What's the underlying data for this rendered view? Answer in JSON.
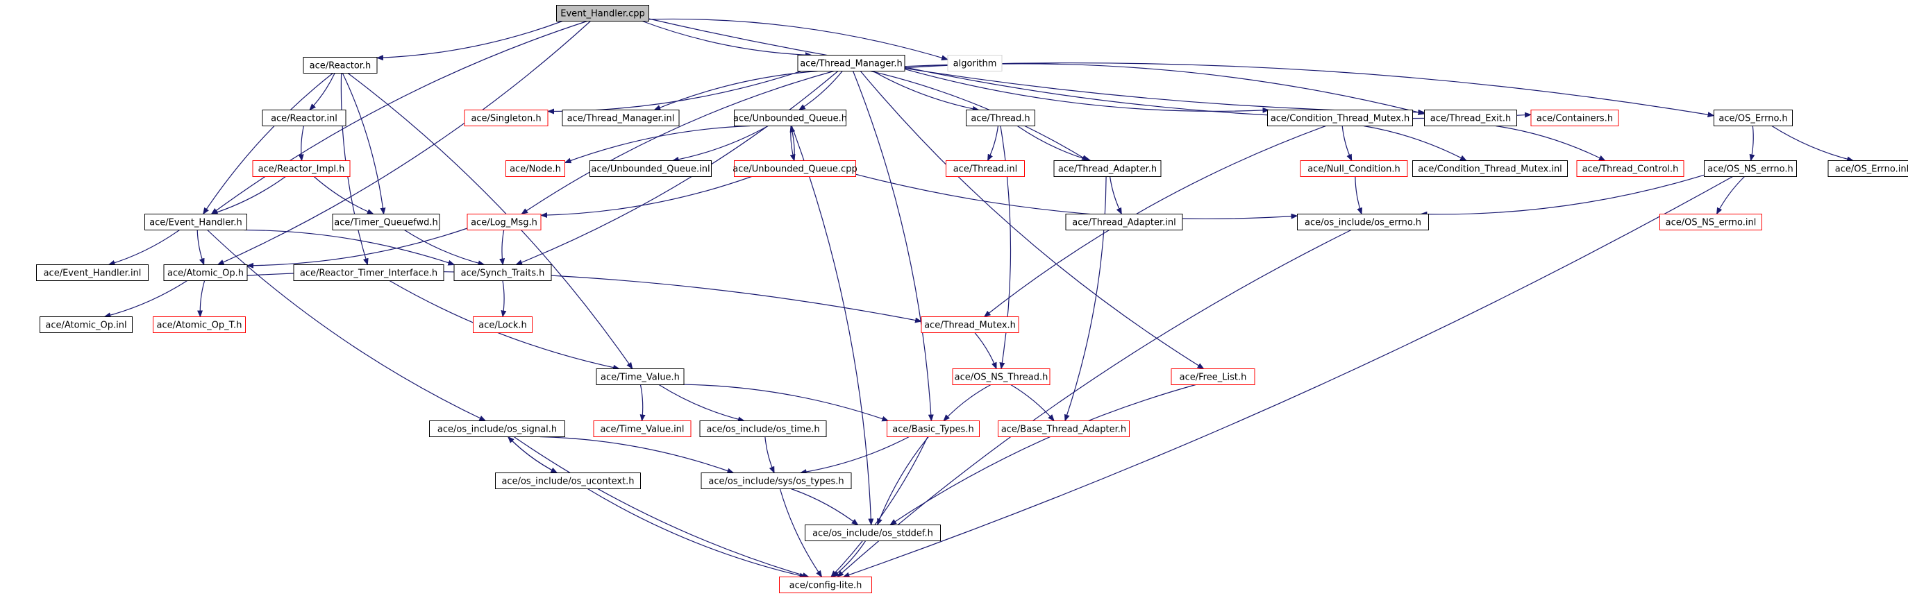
{
  "colors": {
    "edge": "#191970",
    "border_default": "#000000",
    "border_missing": "#ff0000",
    "border_external": "#d3d3d3",
    "root_fill": "#bfbfbf",
    "node_fill": "#ffffff",
    "text": "#000000"
  },
  "nodes": [
    {
      "id": "event_handler_cpp",
      "label": "Event_Handler.cpp",
      "kind": "root"
    },
    {
      "id": "algorithm",
      "label": "algorithm",
      "kind": "external"
    },
    {
      "id": "reactor_h",
      "label": "ace/Reactor.h",
      "kind": "normal"
    },
    {
      "id": "thread_manager_h",
      "label": "ace/Thread_Manager.h",
      "kind": "normal"
    },
    {
      "id": "reactor_inl",
      "label": "ace/Reactor.inl",
      "kind": "normal"
    },
    {
      "id": "reactor_impl_h",
      "label": "ace/Reactor_Impl.h",
      "kind": "missing"
    },
    {
      "id": "event_handler_h",
      "label": "ace/Event_Handler.h",
      "kind": "normal"
    },
    {
      "id": "timer_queuefwd_h",
      "label": "ace/Timer_Queuefwd.h",
      "kind": "normal"
    },
    {
      "id": "event_handler_inl",
      "label": "ace/Event_Handler.inl",
      "kind": "normal"
    },
    {
      "id": "atomic_op_h",
      "label": "ace/Atomic_Op.h",
      "kind": "normal"
    },
    {
      "id": "reactor_timer_interface_h",
      "label": "ace/Reactor_Timer_Interface.h",
      "kind": "normal"
    },
    {
      "id": "synch_traits_h",
      "label": "ace/Synch_Traits.h",
      "kind": "normal"
    },
    {
      "id": "atomic_op_inl",
      "label": "ace/Atomic_Op.inl",
      "kind": "normal"
    },
    {
      "id": "atomic_op_t_h",
      "label": "ace/Atomic_Op_T.h",
      "kind": "missing"
    },
    {
      "id": "lock_h",
      "label": "ace/Lock.h",
      "kind": "missing"
    },
    {
      "id": "singleton_h",
      "label": "ace/Singleton.h",
      "kind": "missing"
    },
    {
      "id": "thread_manager_inl",
      "label": "ace/Thread_Manager.inl",
      "kind": "normal"
    },
    {
      "id": "unbounded_queue_h",
      "label": "ace/Unbounded_Queue.h",
      "kind": "normal"
    },
    {
      "id": "node_h",
      "label": "ace/Node.h",
      "kind": "missing"
    },
    {
      "id": "unbounded_queue_inl",
      "label": "ace/Unbounded_Queue.inl",
      "kind": "normal"
    },
    {
      "id": "unbounded_queue_cpp",
      "label": "ace/Unbounded_Queue.cpp",
      "kind": "missing"
    },
    {
      "id": "log_msg_h",
      "label": "ace/Log_Msg.h",
      "kind": "missing"
    },
    {
      "id": "thread_h",
      "label": "ace/Thread.h",
      "kind": "normal"
    },
    {
      "id": "thread_inl",
      "label": "ace/Thread.inl",
      "kind": "missing"
    },
    {
      "id": "thread_adapter_h",
      "label": "ace/Thread_Adapter.h",
      "kind": "normal"
    },
    {
      "id": "thread_adapter_inl",
      "label": "ace/Thread_Adapter.inl",
      "kind": "normal"
    },
    {
      "id": "condition_thread_mutex_h",
      "label": "ace/Condition_Thread_Mutex.h",
      "kind": "normal"
    },
    {
      "id": "thread_exit_h",
      "label": "ace/Thread_Exit.h",
      "kind": "normal"
    },
    {
      "id": "containers_h",
      "label": "ace/Containers.h",
      "kind": "missing"
    },
    {
      "id": "os_errno_h",
      "label": "ace/OS_Errno.h",
      "kind": "normal"
    },
    {
      "id": "null_condition_h",
      "label": "ace/Null_Condition.h",
      "kind": "missing"
    },
    {
      "id": "condition_thread_mutex_inl",
      "label": "ace/Condition_Thread_Mutex.inl",
      "kind": "normal"
    },
    {
      "id": "thread_control_h",
      "label": "ace/Thread_Control.h",
      "kind": "missing"
    },
    {
      "id": "os_ns_errno_h",
      "label": "ace/OS_NS_errno.h",
      "kind": "normal"
    },
    {
      "id": "os_errno_inl",
      "label": "ace/OS_Errno.inl",
      "kind": "normal"
    },
    {
      "id": "os_include_os_errno_h",
      "label": "ace/os_include/os_errno.h",
      "kind": "normal"
    },
    {
      "id": "os_ns_errno_inl",
      "label": "ace/OS_NS_errno.inl",
      "kind": "missing"
    },
    {
      "id": "thread_mutex_h",
      "label": "ace/Thread_Mutex.h",
      "kind": "missing"
    },
    {
      "id": "os_ns_thread_h",
      "label": "ace/OS_NS_Thread.h",
      "kind": "missing"
    },
    {
      "id": "free_list_h",
      "label": "ace/Free_List.h",
      "kind": "missing"
    },
    {
      "id": "time_value_h",
      "label": "ace/Time_Value.h",
      "kind": "normal"
    },
    {
      "id": "time_value_inl",
      "label": "ace/Time_Value.inl",
      "kind": "missing"
    },
    {
      "id": "os_include_os_time_h",
      "label": "ace/os_include/os_time.h",
      "kind": "normal"
    },
    {
      "id": "basic_types_h",
      "label": "ace/Basic_Types.h",
      "kind": "missing"
    },
    {
      "id": "base_thread_adapter_h",
      "label": "ace/Base_Thread_Adapter.h",
      "kind": "missing"
    },
    {
      "id": "os_include_os_signal_h",
      "label": "ace/os_include/os_signal.h",
      "kind": "normal"
    },
    {
      "id": "os_include_os_ucontext_h",
      "label": "ace/os_include/os_ucontext.h",
      "kind": "normal"
    },
    {
      "id": "os_include_sys_os_types_h",
      "label": "ace/os_include/sys/os_types.h",
      "kind": "normal"
    },
    {
      "id": "os_include_os_stddef_h",
      "label": "ace/os_include/os_stddef.h",
      "kind": "normal"
    },
    {
      "id": "config_lite_h",
      "label": "ace/config-lite.h",
      "kind": "missing"
    }
  ],
  "edges": [
    [
      "event_handler_cpp",
      "reactor_h"
    ],
    [
      "event_handler_cpp",
      "thread_manager_h"
    ],
    [
      "event_handler_cpp",
      "algorithm"
    ],
    [
      "event_handler_cpp",
      "event_handler_h"
    ],
    [
      "event_handler_cpp",
      "atomic_op_h"
    ],
    [
      "event_handler_cpp",
      "thread_exit_h"
    ],
    [
      "reactor_h",
      "reactor_inl"
    ],
    [
      "reactor_h",
      "event_handler_h"
    ],
    [
      "reactor_h",
      "timer_queuefwd_h"
    ],
    [
      "reactor_h",
      "reactor_timer_interface_h"
    ],
    [
      "reactor_h",
      "time_value_h"
    ],
    [
      "reactor_inl",
      "reactor_impl_h"
    ],
    [
      "reactor_impl_h",
      "event_handler_h"
    ],
    [
      "reactor_impl_h",
      "timer_queuefwd_h"
    ],
    [
      "event_handler_h",
      "event_handler_inl"
    ],
    [
      "event_handler_h",
      "atomic_op_h"
    ],
    [
      "event_handler_h",
      "synch_traits_h"
    ],
    [
      "event_handler_h",
      "os_include_os_signal_h"
    ],
    [
      "atomic_op_h",
      "atomic_op_inl"
    ],
    [
      "atomic_op_h",
      "atomic_op_t_h"
    ],
    [
      "atomic_op_h",
      "thread_mutex_h"
    ],
    [
      "timer_queuefwd_h",
      "synch_traits_h"
    ],
    [
      "synch_traits_h",
      "lock_h"
    ],
    [
      "reactor_timer_interface_h",
      "time_value_h"
    ],
    [
      "thread_manager_h",
      "singleton_h"
    ],
    [
      "thread_manager_h",
      "thread_manager_inl"
    ],
    [
      "thread_manager_h",
      "unbounded_queue_h"
    ],
    [
      "thread_manager_h",
      "log_msg_h"
    ],
    [
      "thread_manager_h",
      "synch_traits_h"
    ],
    [
      "thread_manager_h",
      "thread_h"
    ],
    [
      "thread_manager_h",
      "thread_adapter_h"
    ],
    [
      "thread_manager_h",
      "condition_thread_mutex_h"
    ],
    [
      "thread_manager_h",
      "thread_exit_h"
    ],
    [
      "thread_manager_h",
      "containers_h"
    ],
    [
      "thread_manager_h",
      "os_errno_h"
    ],
    [
      "thread_manager_h",
      "free_list_h"
    ],
    [
      "thread_manager_h",
      "basic_types_h"
    ],
    [
      "unbounded_queue_h",
      "node_h"
    ],
    [
      "unbounded_queue_h",
      "unbounded_queue_inl"
    ],
    [
      "unbounded_queue_h",
      "unbounded_queue_cpp"
    ],
    [
      "unbounded_queue_h",
      "os_include_os_stddef_h"
    ],
    [
      "unbounded_queue_cpp",
      "unbounded_queue_h"
    ],
    [
      "unbounded_queue_cpp",
      "log_msg_h"
    ],
    [
      "unbounded_queue_cpp",
      "os_include_os_errno_h"
    ],
    [
      "log_msg_h",
      "atomic_op_h"
    ],
    [
      "log_msg_h",
      "synch_traits_h"
    ],
    [
      "thread_h",
      "thread_inl"
    ],
    [
      "thread_h",
      "thread_adapter_h"
    ],
    [
      "thread_h",
      "os_ns_thread_h"
    ],
    [
      "thread_adapter_h",
      "thread_adapter_inl"
    ],
    [
      "thread_adapter_h",
      "base_thread_adapter_h"
    ],
    [
      "condition_thread_mutex_h",
      "null_condition_h"
    ],
    [
      "condition_thread_mutex_h",
      "condition_thread_mutex_inl"
    ],
    [
      "condition_thread_mutex_h",
      "thread_mutex_h"
    ],
    [
      "thread_exit_h",
      "thread_control_h"
    ],
    [
      "null_condition_h",
      "os_include_os_errno_h"
    ],
    [
      "os_errno_h",
      "os_ns_errno_h"
    ],
    [
      "os_errno_h",
      "os_errno_inl"
    ],
    [
      "os_ns_errno_h",
      "os_include_os_errno_h"
    ],
    [
      "os_ns_errno_h",
      "os_ns_errno_inl"
    ],
    [
      "os_ns_errno_h",
      "config_lite_h"
    ],
    [
      "os_include_os_errno_h",
      "config_lite_h"
    ],
    [
      "thread_mutex_h",
      "os_ns_thread_h"
    ],
    [
      "os_ns_thread_h",
      "basic_types_h"
    ],
    [
      "os_ns_thread_h",
      "base_thread_adapter_h"
    ],
    [
      "free_list_h",
      "os_include_os_stddef_h"
    ],
    [
      "time_value_h",
      "time_value_inl"
    ],
    [
      "time_value_h",
      "os_include_os_time_h"
    ],
    [
      "time_value_h",
      "basic_types_h"
    ],
    [
      "os_include_os_time_h",
      "os_include_sys_os_types_h"
    ],
    [
      "basic_types_h",
      "os_include_sys_os_types_h"
    ],
    [
      "basic_types_h",
      "os_include_os_stddef_h"
    ],
    [
      "basic_types_h",
      "config_lite_h"
    ],
    [
      "os_include_os_signal_h",
      "os_include_os_ucontext_h"
    ],
    [
      "os_include_os_signal_h",
      "os_include_sys_os_types_h"
    ],
    [
      "os_include_os_signal_h",
      "config_lite_h"
    ],
    [
      "os_include_os_ucontext_h",
      "os_include_os_signal_h"
    ],
    [
      "os_include_os_ucontext_h",
      "config_lite_h"
    ],
    [
      "os_include_sys_os_types_h",
      "os_include_os_stddef_h"
    ],
    [
      "os_include_sys_os_types_h",
      "config_lite_h"
    ],
    [
      "os_include_os_stddef_h",
      "config_lite_h"
    ]
  ]
}
